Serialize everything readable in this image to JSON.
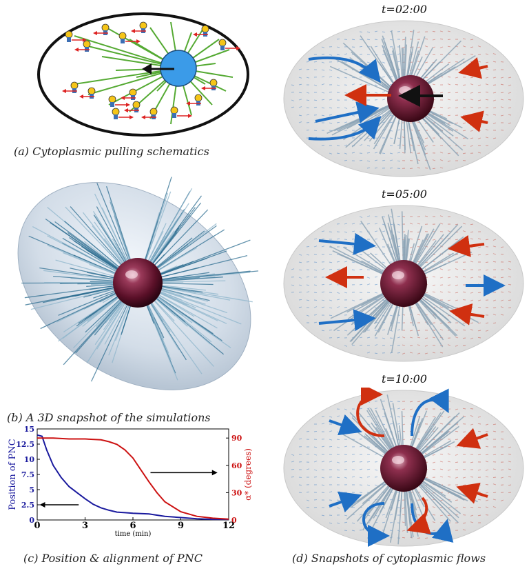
{
  "captions": {
    "a": "(a) Cytoplasmic pulling schematics",
    "b": "(b) A 3D snapshot of the simulations",
    "c": "(c) Position & alignment of PNC",
    "d": "(d) Snapshots of cytoplasmic flows"
  },
  "snapshots": [
    {
      "time": "t=02:00"
    },
    {
      "time": "t=05:00"
    },
    {
      "time": "t=10:00"
    }
  ],
  "colors": {
    "blue_series": "#1a1a9e",
    "red_series": "#cc1111",
    "flow_blue": "#1f6fc5",
    "flow_red": "#d03010",
    "nucleus": "#6b1530",
    "microtubule_green": "#55aa33",
    "schematic_nucleus": "#3b9be8"
  },
  "chart_data": {
    "type": "line",
    "xlabel": "time (min)",
    "ylabel_left": "Position of PNC",
    "ylabel_right": "α* (degrees)",
    "x_ticks": [
      "0",
      "3",
      "6",
      "9",
      "12"
    ],
    "y_left_ticks": [
      "0",
      "2.5",
      "5",
      "7.5",
      "10",
      "12.5",
      "15"
    ],
    "y_right_ticks": [
      "0",
      "30",
      "60",
      "90"
    ],
    "xlim": [
      0,
      12
    ],
    "ylim_left": [
      0,
      15
    ],
    "ylim_right": [
      0,
      100
    ],
    "series": [
      {
        "axis": "left",
        "x": [
          0,
          0.3,
          0.6,
          1.0,
          1.5,
          2.0,
          2.5,
          3.0,
          3.5,
          4.0,
          4.5,
          5.0,
          5.5,
          6.0,
          7.0,
          8.0,
          9.0,
          10.0,
          11.0,
          12.0
        ],
        "values": [
          14,
          13.8,
          11.5,
          9,
          7,
          5.5,
          4.5,
          3.5,
          2.6,
          2.0,
          1.6,
          1.3,
          1.2,
          1.1,
          1.0,
          0.6,
          0.4,
          0.2,
          0.1,
          0.1
        ]
      },
      {
        "axis": "right",
        "x": [
          0,
          1,
          2,
          3,
          4,
          4.5,
          5,
          5.5,
          6,
          6.5,
          7,
          7.5,
          8,
          9,
          10,
          11,
          12
        ],
        "values": [
          90,
          90,
          89,
          89,
          88,
          86,
          83,
          77,
          68,
          55,
          42,
          30,
          20,
          9,
          4,
          2,
          1
        ]
      }
    ]
  }
}
